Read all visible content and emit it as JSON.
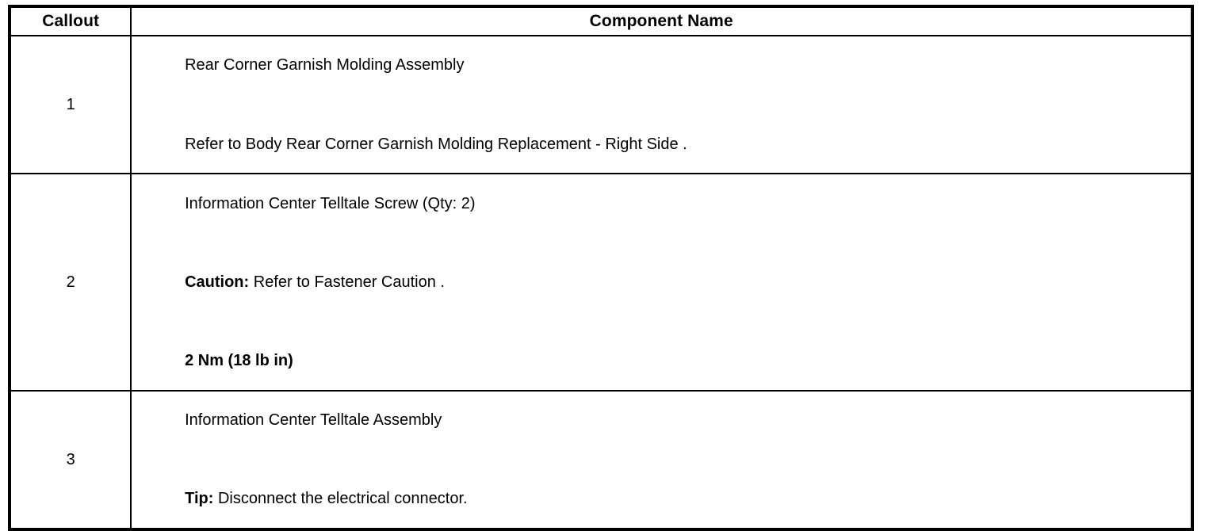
{
  "table": {
    "headers": {
      "callout": "Callout",
      "component_name": "Component Name"
    },
    "rows": [
      {
        "callout": "1",
        "lines": [
          {
            "bold_prefix": "",
            "text": "Rear Corner Garnish Molding Assembly",
            "all_bold": false
          },
          {
            "bold_prefix": "",
            "text": "Refer to Body Rear Corner Garnish Molding Replacement - Right Side .",
            "all_bold": false
          }
        ]
      },
      {
        "callout": "2",
        "lines": [
          {
            "bold_prefix": "",
            "text": "Information Center Telltale Screw (Qty: 2)",
            "all_bold": false
          },
          {
            "bold_prefix": "Caution:",
            "text": " Refer to Fastener Caution .",
            "all_bold": false
          },
          {
            "bold_prefix": "",
            "text": "2 Nm (18 lb in)",
            "all_bold": true
          }
        ]
      },
      {
        "callout": "3",
        "lines": [
          {
            "bold_prefix": "",
            "text": "Information Center Telltale Assembly",
            "all_bold": false
          },
          {
            "bold_prefix": "Tip:",
            "text": " Disconnect the electrical connector.",
            "all_bold": false
          }
        ]
      }
    ]
  }
}
